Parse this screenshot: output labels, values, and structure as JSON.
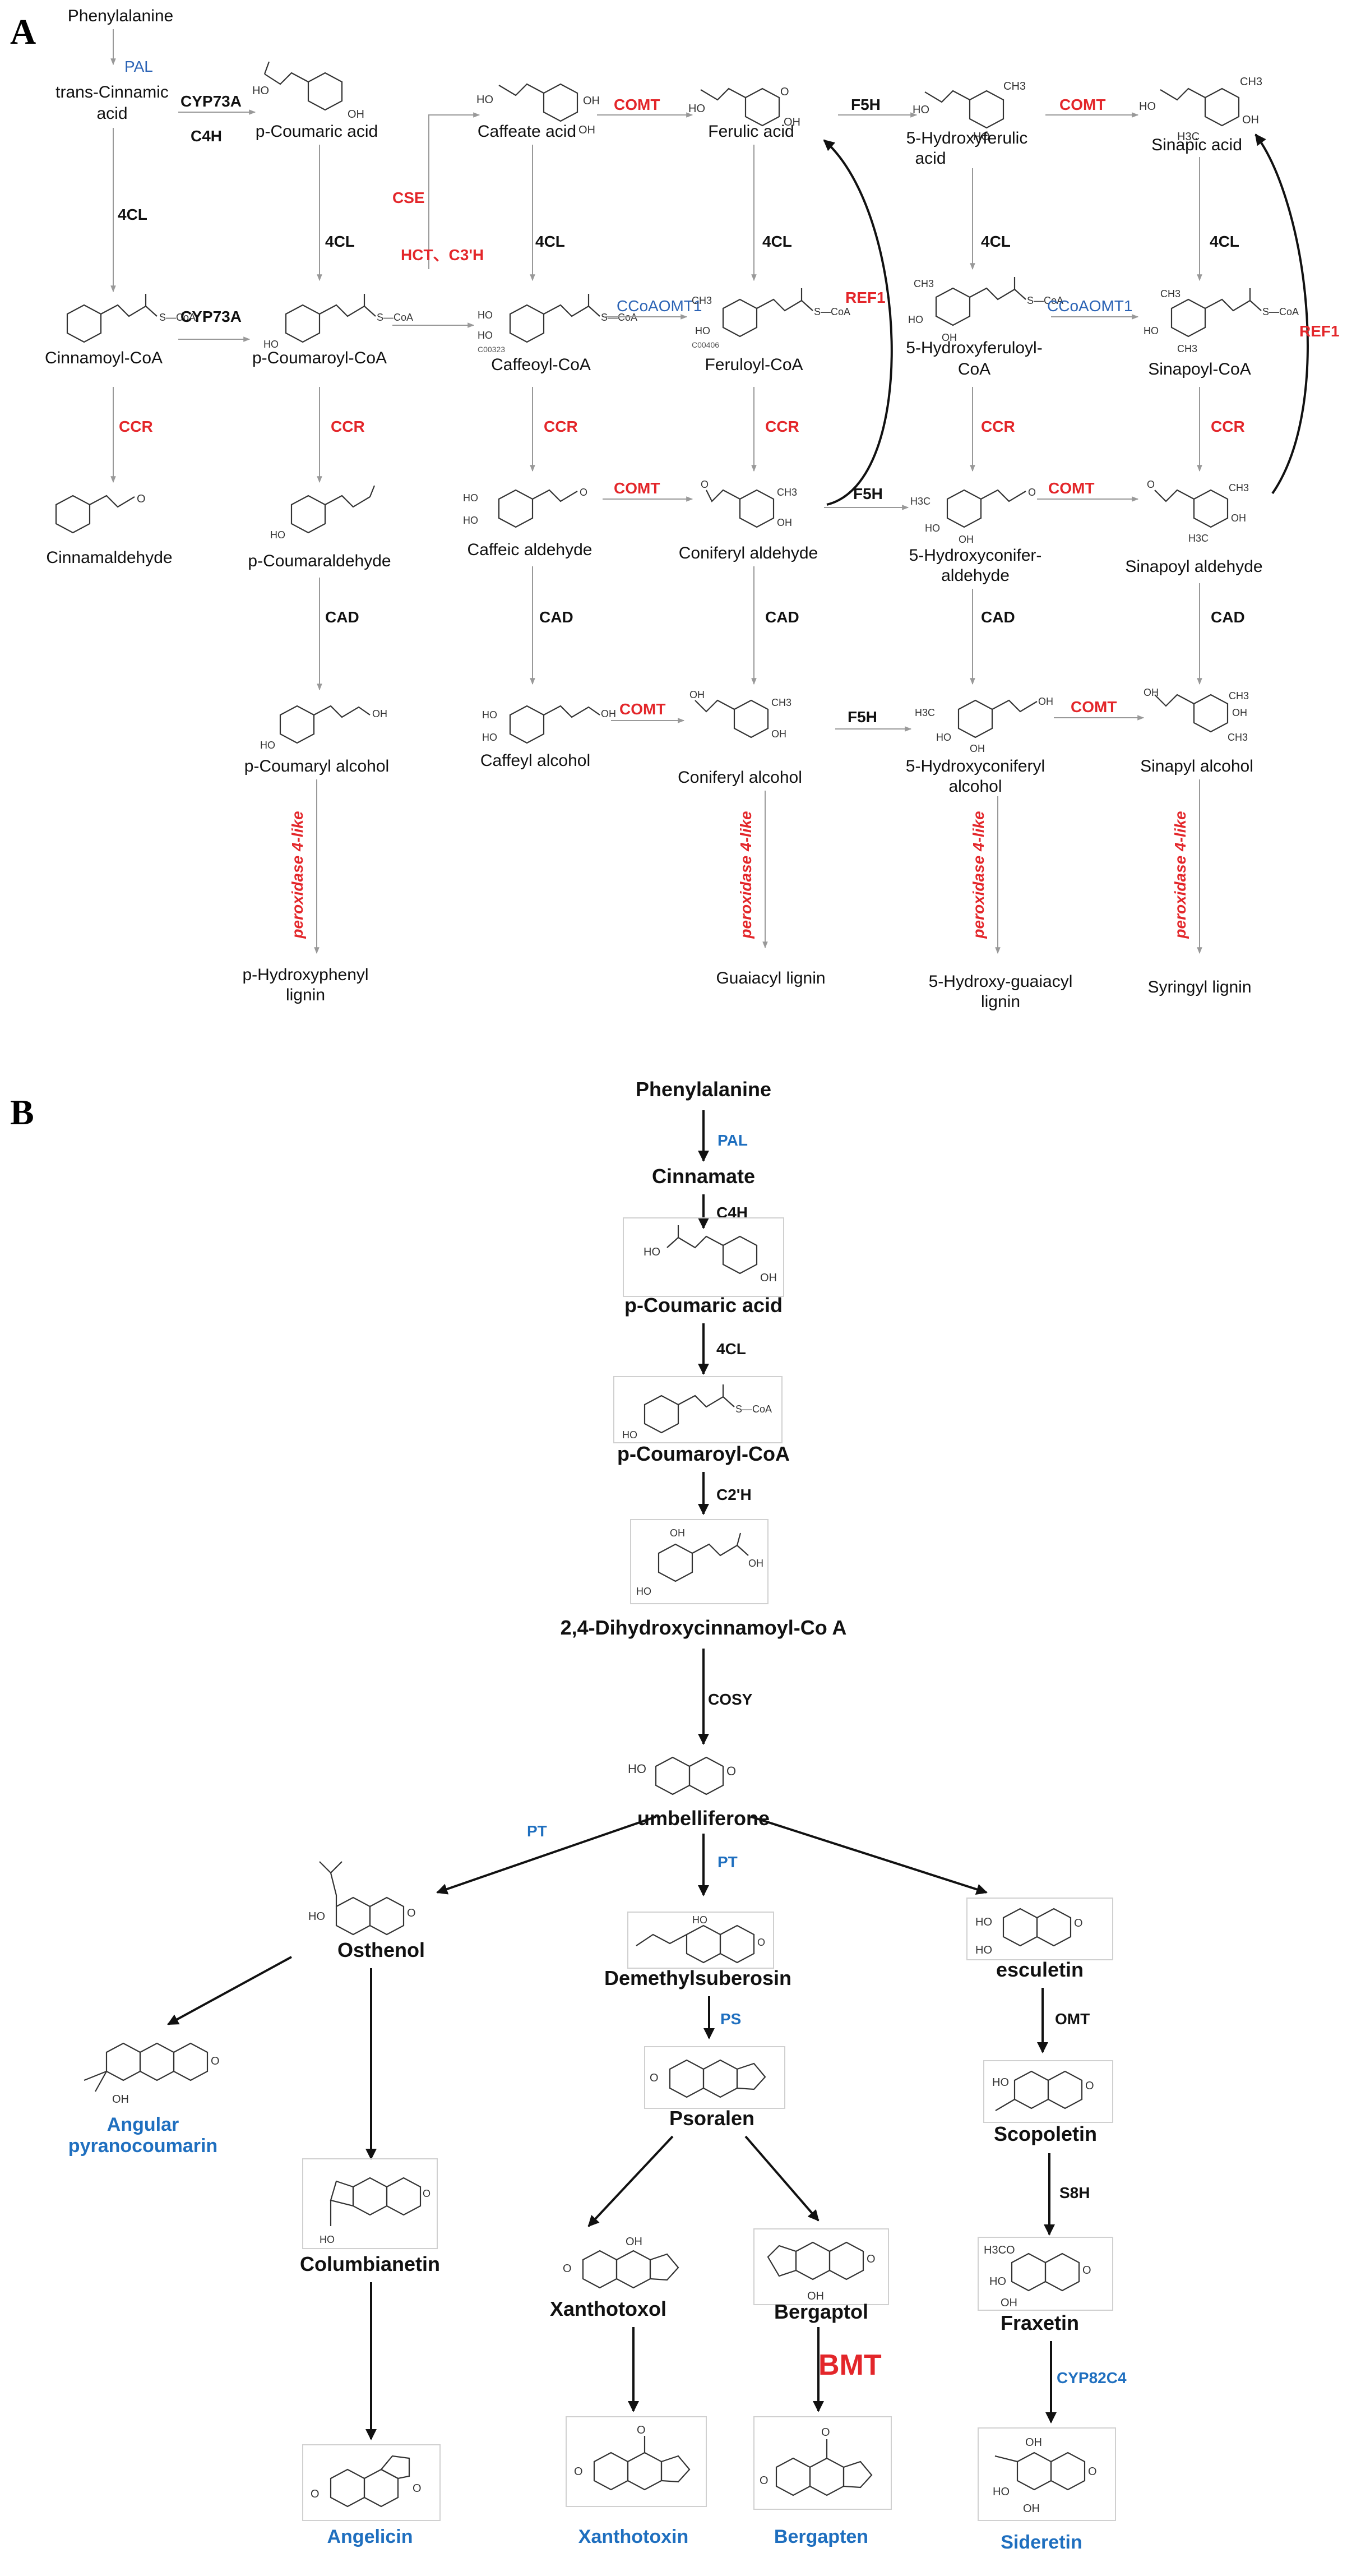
{
  "panels": {
    "a": "A",
    "b": "B"
  },
  "panel_a": {
    "compounds": {
      "phe": "Phenylalanine",
      "tc1": "trans-Cinnamic",
      "tc2": "acid",
      "pca": "p-Coumaric acid",
      "caff": "Caffeate acid",
      "fer": "Ferulic acid",
      "hf1": "5-Hydroxyferulic",
      "hf2": "acid",
      "sin": "Sinapic acid",
      "cinco": "Cinnamoyl-CoA",
      "pcoco": "p-Coumaroyl-CoA",
      "cafco": "Caffeoyl-CoA",
      "ferco": "Feruloyl-CoA",
      "hfco1": "5-Hydroxyferuloyl-",
      "hfco2": "CoA",
      "sinco": "Sinapoyl-CoA",
      "cinald": "Cinnamaldehyde",
      "pcald": "p-Coumaraldehyde",
      "cafald": "Caffeic aldehyde",
      "conald": "Coniferyl aldehyde",
      "hcald1": "5-Hydroxyconifer-",
      "hcald2": "aldehyde",
      "sinald": "Sinapoyl aldehyde",
      "pcalc": "p-Coumaryl alcohol",
      "cafalc": "Caffeyl alcohol",
      "conalc": "Coniferyl alcohol",
      "hcalc1": "5-Hydroxyconiferyl",
      "hcalc2": "alcohol",
      "sinalc": "Sinapyl alcohol",
      "hlig1": "p-Hydroxyphenyl",
      "hlig2": "lignin",
      "glig": "Guaiacyl lignin",
      "hglig1": "5-Hydroxy-guaiacyl",
      "hglig2": "lignin",
      "slig": "Syringyl lignin"
    },
    "enzymes": {
      "pal": "PAL",
      "cyp1": "CYP73A",
      "c4h": "C4H",
      "cyp2": "CYP73A",
      "fourcl": "4CL",
      "comt": "COMT",
      "f5h": "F5H",
      "cse": "CSE",
      "hct": "HCT、C3'H",
      "ccoaomt": "CCoAOMT1",
      "ccr": "CCR",
      "cad": "CAD",
      "ref1": "REF1",
      "perox": "peroxidase 4-like"
    },
    "structure_labels": {
      "coa": "S—CoA",
      "id1": "C00323",
      "id2": "C00406"
    }
  },
  "panel_b": {
    "compounds": {
      "phe": "Phenylalanine",
      "cinnamate": "Cinnamate",
      "pca": "p-Coumaric acid",
      "pcoco": "p-Coumaroyl-CoA",
      "dhc": "2,4-Dihydroxycinnamoyl-Co A",
      "umb": "umbelliferone",
      "ost": "Osthenol",
      "dms": "Demethylsuberosin",
      "esc": "esculetin",
      "psor": "Psoralen",
      "scop": "Scopoletin",
      "col": "Columbianetin",
      "xol": "Xanthotoxol",
      "bol": "Bergaptol",
      "frax": "Fraxetin"
    },
    "products": {
      "apc1": "Angular",
      "apc2": "pyranocoumarin",
      "ang": "Angelicin",
      "xan": "Xanthotoxin",
      "berg": "Bergapten",
      "sid": "Sideretin"
    },
    "enzymes": {
      "pal": "PAL",
      "c4h": "C4H",
      "fourcl": "4CL",
      "c2h": "C2'H",
      "cosy": "COSY",
      "pt": "PT",
      "ps": "PS",
      "omt": "OMT",
      "s8h": "S8H",
      "bmt": "BMT",
      "cyp": "CYP82C4"
    },
    "atom_labels": {
      "ho": "HO",
      "oh": "OH",
      "o": "O",
      "h3co": "H3CO"
    }
  },
  "colors": {
    "red": "#e3262a",
    "blue": "#1f6fbf",
    "black": "#111111",
    "gray": "#999999"
  }
}
